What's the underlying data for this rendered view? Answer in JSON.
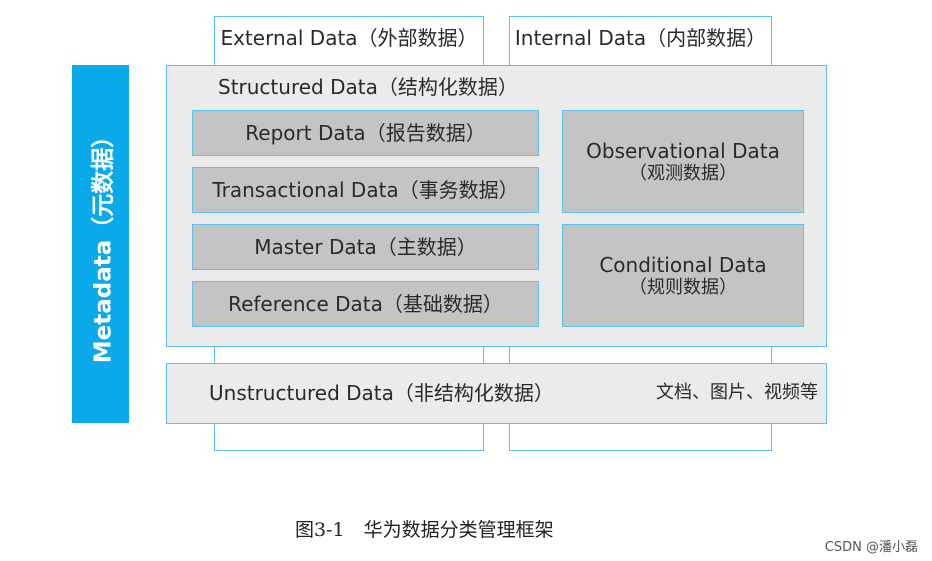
{
  "metadata": {
    "label": "Metadata（元数据）"
  },
  "external": {
    "label": "External Data（外部数据）"
  },
  "internal": {
    "label": "Internal Data（内部数据）"
  },
  "structured": {
    "label": "Structured Data（结构化数据）",
    "left_items": [
      "Report Data（报告数据）",
      "Transactional Data（事务数据）",
      "Master Data（主数据）",
      "Reference Data（基础数据）"
    ],
    "observational": {
      "line1": "Observational Data",
      "line2": "（观测数据）"
    },
    "conditional": {
      "line1": "Conditional Data",
      "line2": "（规则数据）"
    }
  },
  "unstructured": {
    "label": "Unstructured Data（非结构化数据）",
    "examples": "文档、图片、视频等"
  },
  "caption": "图3-1　华为数据分类管理框架",
  "watermark": "CSDN @潘小磊",
  "colors": {
    "accent_blue": "#0aa9e9",
    "border_blue": "#5bc3ea",
    "panel_gray": "#ebebeb",
    "cell_gray": "#c4c4c4"
  }
}
